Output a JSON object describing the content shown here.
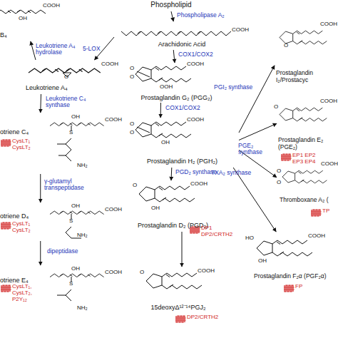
{
  "diagram": {
    "nodes": [
      {
        "text": [
          "Phospholipid"
        ]
      },
      {
        "text": [
          "Arachidonic Acid"
        ]
      },
      {
        "text": [
          "B₄"
        ]
      },
      {
        "text": [
          "Leukotriene A₄"
        ]
      },
      {
        "text": [
          "otriene C₄"
        ]
      },
      {
        "text": [
          "otriene D₄"
        ]
      },
      {
        "text": [
          "otriene E₄"
        ]
      },
      {
        "text": [
          "Prostaglandin G₂ (PGG₂)"
        ]
      },
      {
        "text": [
          "Prostaglandin H₂ (PGH₂)"
        ]
      },
      {
        "text": [
          "Prostaglandin D₂ (PGD₂)"
        ]
      },
      {
        "text": [
          "15deoxyΔ¹²⁻¹⁴PGJ₂"
        ]
      },
      {
        "text": [
          "Prostaglandin I₂/Prostacyc"
        ]
      },
      {
        "text": [
          "Prostaglandin E₂ (PGE₂)"
        ]
      },
      {
        "text": [
          "Thromboxane A₂ ("
        ]
      },
      {
        "text": [
          "Prostaglandin F₂α (PGF₂α)"
        ]
      }
    ],
    "edges": [
      {
        "from": 0,
        "to": 1,
        "arrow": "to",
        "label": "Phospholipase A₂"
      },
      {
        "from": 1,
        "to": 3,
        "arrow": "to",
        "label": "5-LOX"
      },
      {
        "from": 3,
        "to": 2,
        "arrow": "to",
        "label": "Leukotriene A₄ hydrolase"
      },
      {
        "from": 3,
        "to": 4,
        "arrow": "to",
        "label": "Leukotriene C₄ synthase"
      },
      {
        "from": 4,
        "to": 5,
        "arrow": "to",
        "label": "γ-glutamyl transpeptidase"
      },
      {
        "from": 5,
        "to": 6,
        "arrow": "to",
        "label": "dipeptidase"
      },
      {
        "from": 1,
        "to": 7,
        "arrow": "to",
        "label": "COX1/COX2"
      },
      {
        "from": 7,
        "to": 8,
        "arrow": "to",
        "label": "COX1/COX2"
      },
      {
        "from": 8,
        "to": 9,
        "arrow": "to",
        "label": "PGD₂ synthase"
      },
      {
        "from": 9,
        "to": 10,
        "arrow": "to"
      },
      {
        "from": 8,
        "to": 11,
        "arrow": "to",
        "label": "PGI₂ synthase"
      },
      {
        "from": 8,
        "to": 12,
        "arrow": "to",
        "label": "PGE₂ synthase"
      },
      {
        "from": 8,
        "to": 13,
        "arrow": "to",
        "label": "TXA₂ synthase"
      },
      {
        "from": 8,
        "to": 14,
        "arrow": "to"
      }
    ],
    "labels": [
      "COOH",
      "OH",
      "COOH",
      "O",
      "COOH",
      "OH",
      "COOH",
      "S",
      "NH₂",
      "OH",
      "COOH",
      "S",
      "NH₂",
      "OH",
      "COOH",
      "S",
      "NH₂",
      "O",
      "O",
      "COOH",
      "OOH",
      "O",
      "O",
      "COOH",
      "OH",
      "O",
      "OH",
      "COOH",
      "O",
      "COOH",
      "COOH",
      "O",
      "O",
      "COOH",
      "O",
      "O",
      "COOH",
      "HO",
      "OH",
      "COOH",
      "CysLT₁ CysLT₂",
      "CysLT₁ CysLT₂",
      "CysLT₁, CysLT₂, P2Y₁₂",
      "DP1 DP2/CRTH2",
      "DP2/CRTH2",
      "EP1 EP2 EP3 EP4",
      "TP",
      "FP"
    ]
  }
}
